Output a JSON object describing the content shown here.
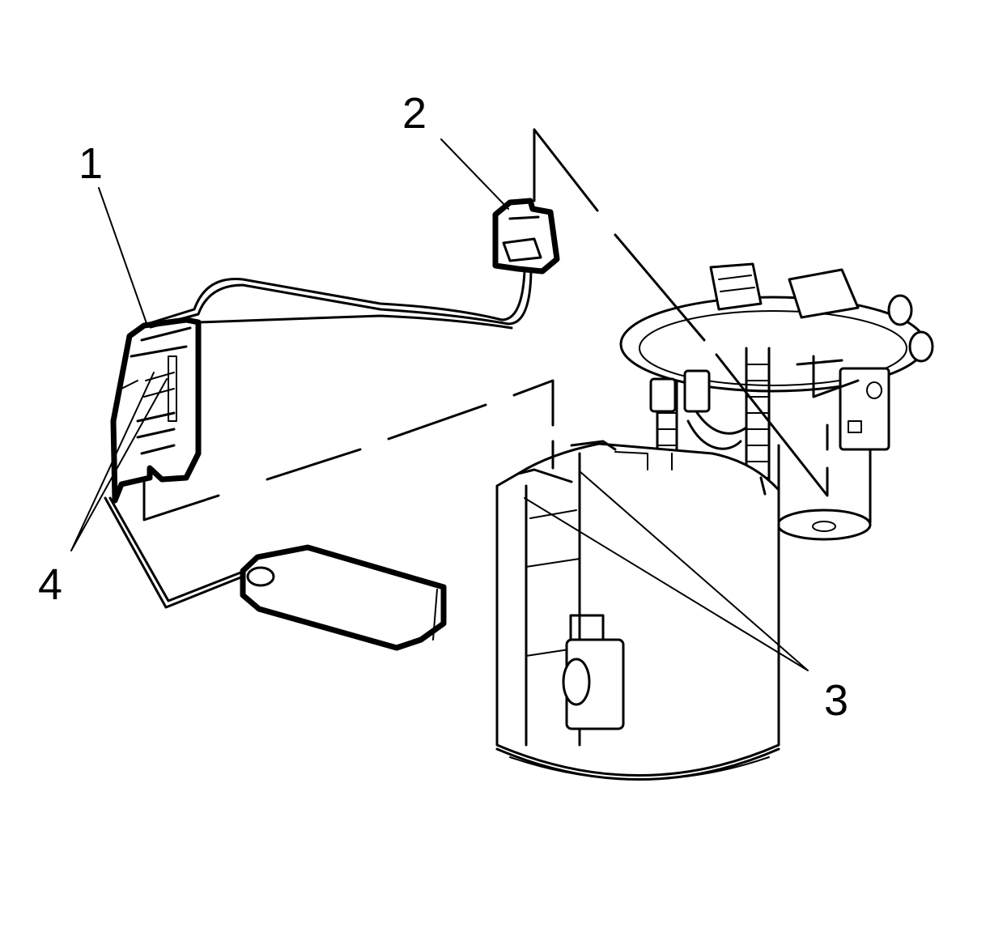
{
  "callouts": {
    "c1": "1",
    "c2": "2",
    "c3": "3",
    "c4": "4"
  },
  "colors": {
    "line": "#000000",
    "background": "#ffffff"
  }
}
